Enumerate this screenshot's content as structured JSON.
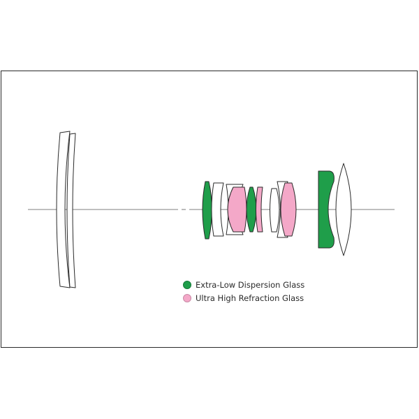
{
  "colors": {
    "background": "#ffffff",
    "frame": "#2a2a2a",
    "outline": "#2a2a2a",
    "axis": "#555555",
    "ed_glass": "#1f9e4a",
    "uhr_glass": "#f4a8c8",
    "plain_glass": "#ffffff"
  },
  "legend": {
    "items": [
      {
        "swatch_color": "#1f9e4a",
        "label": "Extra-Low Dispersion Glass"
      },
      {
        "swatch_color": "#f4a8c8",
        "label": "Ultra High Refraction Glass"
      }
    ]
  },
  "elements": [
    {
      "group": "front",
      "glass": "plain"
    },
    {
      "group": "front",
      "glass": "plain"
    },
    {
      "group": "middle",
      "glass": "ed"
    },
    {
      "group": "middle",
      "glass": "plain"
    },
    {
      "group": "middle",
      "glass": "plain"
    },
    {
      "group": "middle",
      "glass": "uhr"
    },
    {
      "group": "middle",
      "glass": "ed"
    },
    {
      "group": "middle",
      "glass": "uhr"
    },
    {
      "group": "middle",
      "glass": "plain"
    },
    {
      "group": "middle",
      "glass": "plain"
    },
    {
      "group": "middle",
      "glass": "uhr"
    },
    {
      "group": "rear",
      "glass": "ed"
    },
    {
      "group": "rear",
      "glass": "plain"
    }
  ]
}
